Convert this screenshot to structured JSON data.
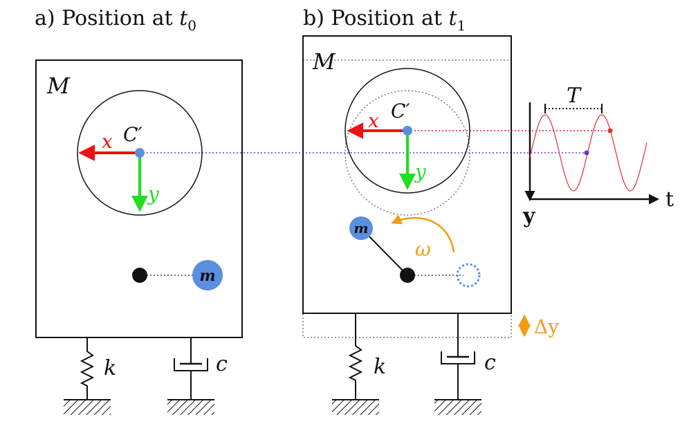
{
  "panel_a": {
    "title_prefix": "a) Position at ",
    "time_symbol": "t",
    "time_subscript": "0",
    "mass_label": "M",
    "center_label": "C′",
    "x_axis_label": "x",
    "y_axis_label": "y",
    "small_mass_label": "m",
    "spring_label": "k",
    "damper_label": "c"
  },
  "panel_b": {
    "title_prefix": "b) Position at ",
    "time_symbol": "t",
    "time_subscript": "1",
    "mass_label": "M",
    "center_label": "C′",
    "x_axis_label": "x",
    "y_axis_label": "y",
    "small_mass_label": "m",
    "rotation_label": "ω",
    "spring_label": "k",
    "damper_label": "c",
    "displacement_label": "Δy"
  },
  "plot": {
    "period_label": "T",
    "t_axis_label": "t",
    "y_axis_label": "y"
  },
  "colors": {
    "x_axis": "#ee1111",
    "y_axis": "#22dd22",
    "center_point": "#5b8fe0",
    "small_mass": "#5b8fe0",
    "mass_0_trace": "#6633cc",
    "rotation": "#f39c12",
    "sine_wave": "#e03030",
    "ink": "#111111",
    "ghost": "#777777"
  }
}
